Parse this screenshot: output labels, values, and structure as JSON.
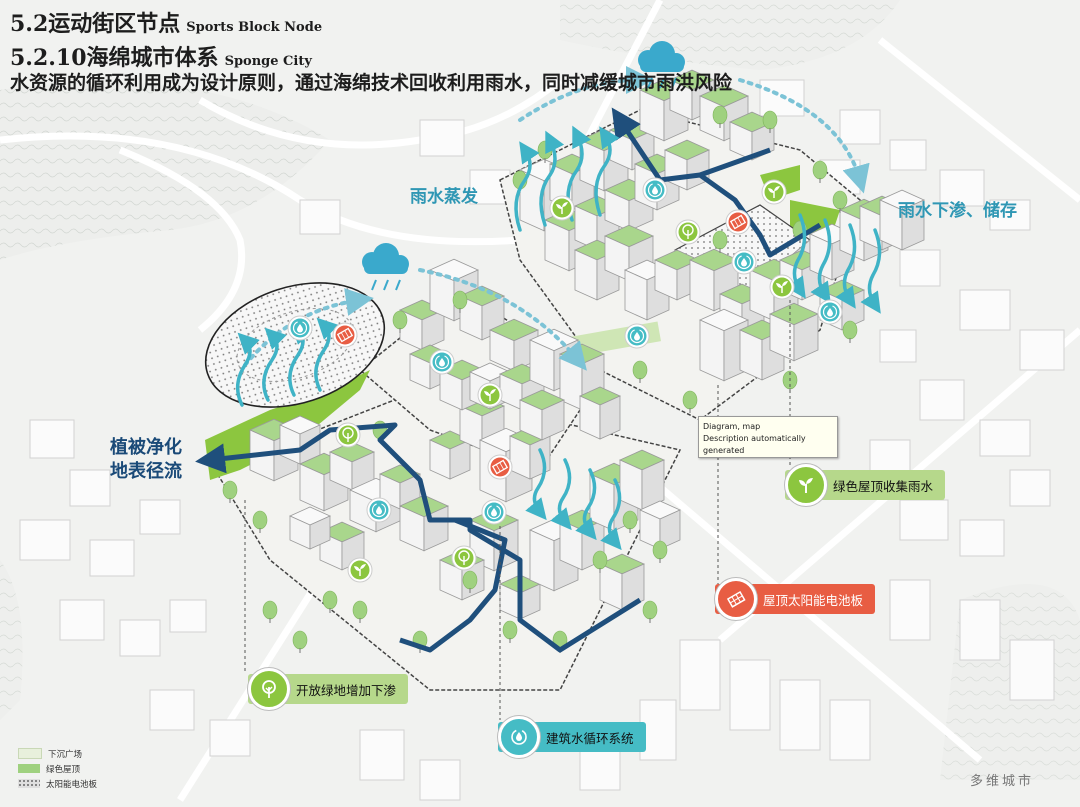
{
  "header": {
    "section_cn": "5.2运动街区节点",
    "section_en": "Sports Block Node",
    "subsection_cn": "5.2.10海绵城市体系",
    "subsection_en": "Sponge City",
    "description": "水资源的循环利用成为设计原则，通过海绵技术回收利用雨水，同时减缓城市雨洪风险"
  },
  "labels": {
    "evaporation": "雨水蒸发",
    "infiltration": "雨水下渗、储存",
    "vegetation_1": "植被净化",
    "vegetation_2": "地表径流"
  },
  "tags": {
    "green_roof": "绿色屋顶收集雨水",
    "solar_panel": "屋顶太阳能电池板",
    "open_green": "开放绿地增加下渗",
    "water_cycle": "建筑水循环系统"
  },
  "tooltip": {
    "line1": "Diagram, map",
    "line2": "Description automatically generated"
  },
  "legend": [
    {
      "label": "下沉广场",
      "color": "#e8f0dc"
    },
    {
      "label": "绿色屋顶",
      "color": "#9fd17f"
    },
    {
      "label": "太阳能电池板",
      "color": "#dfdfdf"
    }
  ],
  "watermark": "多维城市",
  "colors": {
    "teal": "#45bcc5",
    "green": "#8cc63f",
    "navy": "#1f4f7c",
    "solar": "#e85d43",
    "rain_blue": "#5bc3d8"
  },
  "icons": {
    "water_drop": "water-cycle-icon",
    "tree": "tree-icon",
    "sprout": "sprout-icon",
    "solar": "solar-panel-icon",
    "cloud": "rain-cloud-icon"
  }
}
